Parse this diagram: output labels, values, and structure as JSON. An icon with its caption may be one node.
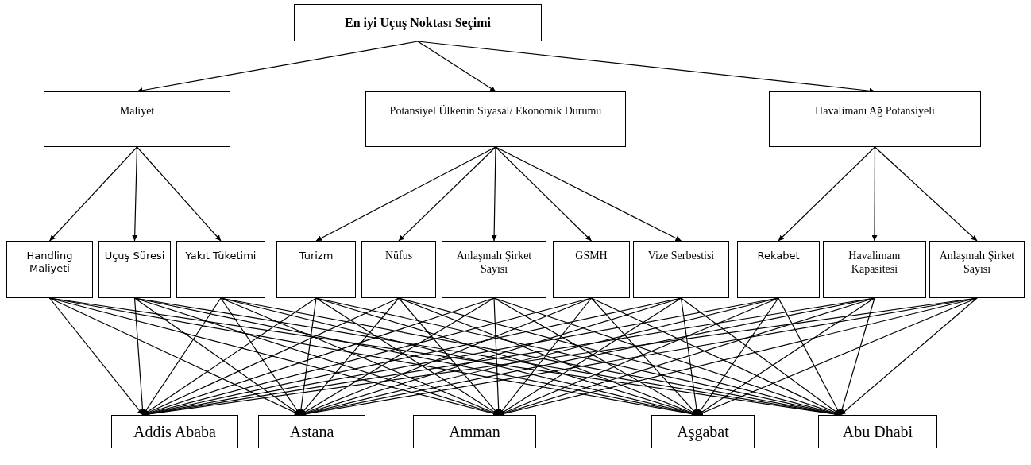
{
  "diagram": {
    "nodes": [
      {
        "text": [
          "En iyi Uçuş Noktası Seçimi"
        ]
      },
      {
        "text": [
          "Maliyet"
        ]
      },
      {
        "text": [
          "Potansiyel Ülkenin Siyasal/ Ekonomik Durumu"
        ]
      },
      {
        "text": [
          "Havalimanı Ağ Potansiyeli"
        ]
      },
      {
        "text": [
          "Handling Maliyeti"
        ]
      },
      {
        "text": [
          "Uçuş Süresi"
        ]
      },
      {
        "text": [
          "Yakıt Tüketimi"
        ]
      },
      {
        "text": [
          "Turizm"
        ]
      },
      {
        "text": [
          "Nüfus"
        ]
      },
      {
        "text": [
          "Anlaşmalı Şirket Sayısı"
        ]
      },
      {
        "text": [
          "GSMH"
        ]
      },
      {
        "text": [
          "Vize Serbestisi"
        ]
      },
      {
        "text": [
          "Rekabet"
        ]
      },
      {
        "text": [
          "Havalimanı Kapasitesi"
        ]
      },
      {
        "text": [
          "Anlaşmalı Şirket Sayısı"
        ]
      },
      {
        "text": [
          "Addis Ababa"
        ]
      },
      {
        "text": [
          "Astana"
        ]
      },
      {
        "text": [
          "Amman"
        ]
      },
      {
        "text": [
          "Aşgabat"
        ]
      },
      {
        "text": [
          "Abu Dhabi"
        ]
      }
    ],
    "edges": [
      {
        "from": 0,
        "to": 1,
        "arrow": "to"
      },
      {
        "from": 0,
        "to": 2,
        "arrow": "to"
      },
      {
        "from": 0,
        "to": 3,
        "arrow": "to"
      },
      {
        "from": 1,
        "to": 4,
        "arrow": "to"
      },
      {
        "from": 1,
        "to": 5,
        "arrow": "to"
      },
      {
        "from": 1,
        "to": 6,
        "arrow": "to"
      },
      {
        "from": 2,
        "to": 7,
        "arrow": "to"
      },
      {
        "from": 2,
        "to": 8,
        "arrow": "to"
      },
      {
        "from": 2,
        "to": 9,
        "arrow": "to"
      },
      {
        "from": 2,
        "to": 10,
        "arrow": "to"
      },
      {
        "from": 2,
        "to": 11,
        "arrow": "to"
      },
      {
        "from": 3,
        "to": 12,
        "arrow": "to"
      },
      {
        "from": 3,
        "to": 13,
        "arrow": "to"
      },
      {
        "from": 3,
        "to": 14,
        "arrow": "to"
      },
      {
        "from": 4,
        "to": 15,
        "arrow": "to"
      },
      {
        "from": 4,
        "to": 16,
        "arrow": "to"
      },
      {
        "from": 4,
        "to": 17,
        "arrow": "to"
      },
      {
        "from": 4,
        "to": 18,
        "arrow": "to"
      },
      {
        "from": 4,
        "to": 19,
        "arrow": "to"
      },
      {
        "from": 5,
        "to": 15,
        "arrow": "to"
      },
      {
        "from": 5,
        "to": 16,
        "arrow": "to"
      },
      {
        "from": 5,
        "to": 17,
        "arrow": "to"
      },
      {
        "from": 5,
        "to": 18,
        "arrow": "to"
      },
      {
        "from": 5,
        "to": 19,
        "arrow": "to"
      },
      {
        "from": 6,
        "to": 15,
        "arrow": "to"
      },
      {
        "from": 6,
        "to": 16,
        "arrow": "to"
      },
      {
        "from": 6,
        "to": 17,
        "arrow": "to"
      },
      {
        "from": 6,
        "to": 18,
        "arrow": "to"
      },
      {
        "from": 6,
        "to": 19,
        "arrow": "to"
      },
      {
        "from": 7,
        "to": 15,
        "arrow": "to"
      },
      {
        "from": 7,
        "to": 16,
        "arrow": "to"
      },
      {
        "from": 7,
        "to": 17,
        "arrow": "to"
      },
      {
        "from": 7,
        "to": 18,
        "arrow": "to"
      },
      {
        "from": 7,
        "to": 19,
        "arrow": "to"
      },
      {
        "from": 8,
        "to": 15,
        "arrow": "to"
      },
      {
        "from": 8,
        "to": 16,
        "arrow": "to"
      },
      {
        "from": 8,
        "to": 17,
        "arrow": "to"
      },
      {
        "from": 8,
        "to": 18,
        "arrow": "to"
      },
      {
        "from": 8,
        "to": 19,
        "arrow": "to"
      },
      {
        "from": 9,
        "to": 15,
        "arrow": "to"
      },
      {
        "from": 9,
        "to": 16,
        "arrow": "to"
      },
      {
        "from": 9,
        "to": 17,
        "arrow": "to"
      },
      {
        "from": 9,
        "to": 18,
        "arrow": "to"
      },
      {
        "from": 9,
        "to": 19,
        "arrow": "to"
      },
      {
        "from": 10,
        "to": 15,
        "arrow": "to"
      },
      {
        "from": 10,
        "to": 16,
        "arrow": "to"
      },
      {
        "from": 10,
        "to": 17,
        "arrow": "to"
      },
      {
        "from": 10,
        "to": 18,
        "arrow": "to"
      },
      {
        "from": 10,
        "to": 19,
        "arrow": "to"
      },
      {
        "from": 11,
        "to": 15,
        "arrow": "to"
      },
      {
        "from": 11,
        "to": 16,
        "arrow": "to"
      },
      {
        "from": 11,
        "to": 17,
        "arrow": "to"
      },
      {
        "from": 11,
        "to": 18,
        "arrow": "to"
      },
      {
        "from": 11,
        "to": 19,
        "arrow": "to"
      },
      {
        "from": 12,
        "to": 15,
        "arrow": "to"
      },
      {
        "from": 12,
        "to": 16,
        "arrow": "to"
      },
      {
        "from": 12,
        "to": 17,
        "arrow": "to"
      },
      {
        "from": 12,
        "to": 18,
        "arrow": "to"
      },
      {
        "from": 12,
        "to": 19,
        "arrow": "to"
      },
      {
        "from": 13,
        "to": 15,
        "arrow": "to"
      },
      {
        "from": 13,
        "to": 16,
        "arrow": "to"
      },
      {
        "from": 13,
        "to": 17,
        "arrow": "to"
      },
      {
        "from": 13,
        "to": 18,
        "arrow": "to"
      },
      {
        "from": 13,
        "to": 19,
        "arrow": "to"
      },
      {
        "from": 14,
        "to": 15,
        "arrow": "to"
      },
      {
        "from": 14,
        "to": 16,
        "arrow": "to"
      },
      {
        "from": 14,
        "to": 17,
        "arrow": "to"
      },
      {
        "from": 14,
        "to": 18,
        "arrow": "to"
      },
      {
        "from": 14,
        "to": 19,
        "arrow": "to"
      }
    ]
  }
}
